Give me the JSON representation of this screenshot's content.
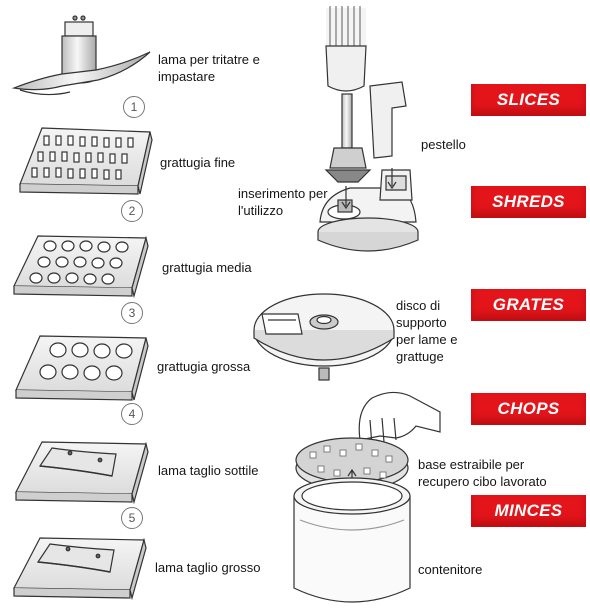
{
  "parts": [
    {
      "id": "blade-chop",
      "label_lines": [
        "lama per tritatre e",
        "impastare"
      ]
    },
    {
      "id": "grater-fine",
      "label_lines": [
        "grattugia fine"
      ]
    },
    {
      "id": "grater-medium",
      "label_lines": [
        "grattugia media"
      ]
    },
    {
      "id": "grater-coarse",
      "label_lines": [
        "grattugia grossa"
      ]
    },
    {
      "id": "slicer-thin",
      "label_lines": [
        "lama taglio sottile"
      ]
    },
    {
      "id": "slicer-thick",
      "label_lines": [
        "lama taglio grosso"
      ]
    }
  ],
  "numbers": [
    "1",
    "2",
    "3",
    "4",
    "5"
  ],
  "callouts": {
    "pestle": [
      "pestello"
    ],
    "insertion": [
      "inserimento per",
      "l'utilizzo"
    ],
    "disc": [
      "disco di",
      "supporto",
      "per lame e",
      "grattuge"
    ],
    "base": [
      "base estraibile per",
      "recupero cibo lavorato"
    ],
    "container": [
      "contenitore"
    ]
  },
  "tags": [
    "SLICES",
    "SHREDS",
    "GRATES",
    "CHOPS",
    "MINCES"
  ],
  "colors": {
    "tag_red": "#e3151b",
    "line": "#333333",
    "fill_light": "#f2f2f2",
    "fill_mid": "#d9d9d9"
  }
}
